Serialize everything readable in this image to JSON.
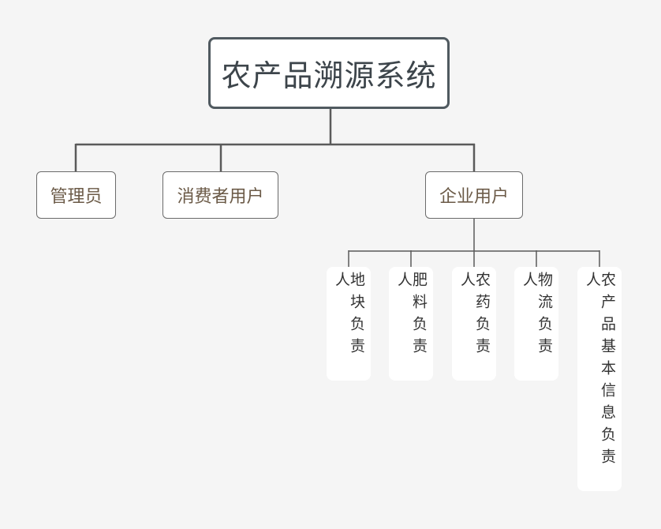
{
  "diagram": {
    "root": {
      "label": "农产品溯源系统"
    },
    "roles": [
      {
        "id": "admin",
        "label": "管理员"
      },
      {
        "id": "consumer",
        "label": "消费者用户"
      },
      {
        "id": "enterprise",
        "label": "企业用户"
      }
    ],
    "enterprise_children": [
      {
        "id": "plot",
        "label": "地块负责人"
      },
      {
        "id": "fertilizer",
        "label": "肥料负责人"
      },
      {
        "id": "pesticide",
        "label": "农药负责人"
      },
      {
        "id": "logistics",
        "label": "物流负责人"
      },
      {
        "id": "product_info",
        "label": "农产品基本信息负责人"
      }
    ]
  },
  "colors": {
    "background": "#f5f5f5",
    "root_border": "#505a60",
    "root_text": "#3d454b",
    "role_text": "#6b5a47",
    "connector": "#5a5a5a"
  }
}
